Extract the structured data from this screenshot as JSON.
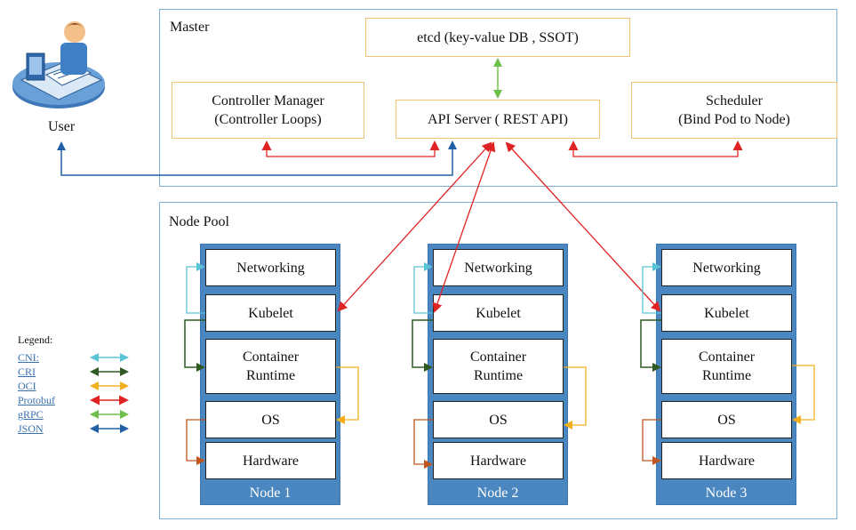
{
  "master": {
    "title": "Master",
    "etcd": "etcd (key-value DB , SSOT)",
    "controller_manager": [
      "Controller Manager",
      "(Controller Loops)"
    ],
    "api_server": "API Server ( REST API)",
    "scheduler": [
      "Scheduler",
      "(Bind Pod to Node)"
    ]
  },
  "user": {
    "label": "User",
    "icon": "user-at-computer-icon"
  },
  "node_pool": {
    "title": "Node Pool",
    "nodes": [
      {
        "label": "Node 1",
        "layers": [
          "Networking",
          "Kubelet",
          "Container\nRuntime",
          "OS",
          "Hardware"
        ]
      },
      {
        "label": "Node 2",
        "layers": [
          "Networking",
          "Kubelet",
          "Container\nRuntime",
          "OS",
          "Hardware"
        ]
      },
      {
        "label": "Node 3",
        "layers": [
          "Networking",
          "Kubelet",
          "Container\nRuntime",
          "OS",
          "Hardware"
        ]
      }
    ]
  },
  "legend": {
    "title": "Legend:",
    "items": [
      {
        "label": "CNI:",
        "color": "#5bc3d8"
      },
      {
        "label": "CRI",
        "color": "#2f5a24"
      },
      {
        "label": "OCI",
        "color": "#f2b01e"
      },
      {
        "label": "Protobuf",
        "color": "#e02424"
      },
      {
        "label": "gRPC",
        "color": "#6fbf4a"
      },
      {
        "label": "JSON",
        "color": "#1f5fa6"
      }
    ]
  },
  "colors": {
    "cni": "#5bc3d8",
    "cri": "#2f5a24",
    "oci": "#f2b01e",
    "hardware_link": "#c0561e",
    "protobuf": "#e02424",
    "grpc": "#6fbf4a",
    "json": "#1f5fa6",
    "node_fill": "#4a86bf",
    "component_border": "#f3c378",
    "region_border": "#7fb1d6"
  }
}
